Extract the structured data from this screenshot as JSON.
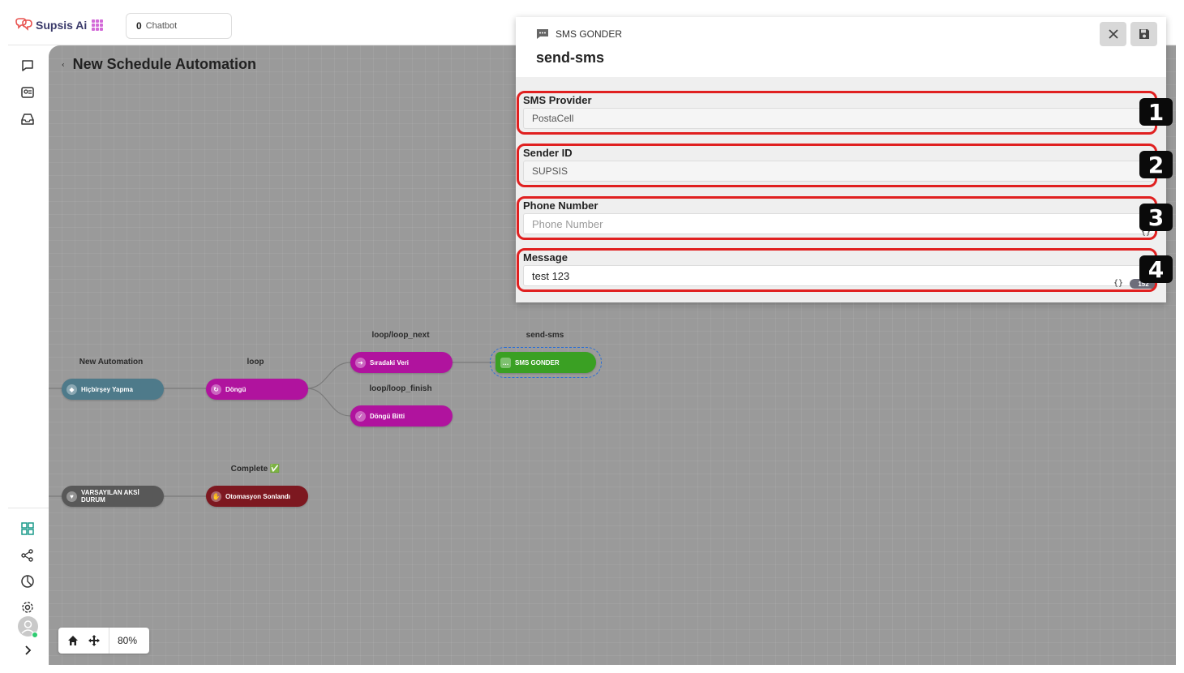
{
  "app": {
    "name": "Supsis Ai"
  },
  "chatbot": {
    "count": "0",
    "label": "Chatbot"
  },
  "canvas": {
    "title": "New Schedule Automation",
    "zoom": "80%"
  },
  "nodes": {
    "trigger": {
      "label": "New Automation",
      "title": "Hiçbirşey Yapma"
    },
    "loop": {
      "label": "loop",
      "title": "Döngü"
    },
    "loop_next": {
      "label": "loop/loop_next",
      "title": "Sıradaki Veri"
    },
    "loop_finish": {
      "label": "loop/loop_finish",
      "title": "Döngü Bitti"
    },
    "send_sms": {
      "label": "send-sms",
      "title": "SMS GONDER"
    },
    "default_error": {
      "title": "VARSAYILAN AKSİ DURUM"
    },
    "complete": {
      "label": "Complete ✅",
      "title": "Otomasyon Sonlandı"
    }
  },
  "panel": {
    "type": "SMS GONDER",
    "name": "send-sms",
    "fields": {
      "provider": {
        "label": "SMS Provider",
        "value": "PostaCell",
        "badge": "1"
      },
      "sender": {
        "label": "Sender ID",
        "value": "SUPSIS",
        "badge": "2"
      },
      "phone": {
        "label": "Phone Number",
        "value": "",
        "placeholder": "Phone Number",
        "badge": "3"
      },
      "message": {
        "label": "Message",
        "value": "test 123",
        "char_count": "152",
        "badge": "4"
      }
    }
  },
  "colors": {
    "highlight": "#e02020",
    "magenta_node": "#b0139e",
    "green_node": "#3aa023",
    "teal_node": "#4e7a8a",
    "darkred_node": "#7d1820"
  }
}
